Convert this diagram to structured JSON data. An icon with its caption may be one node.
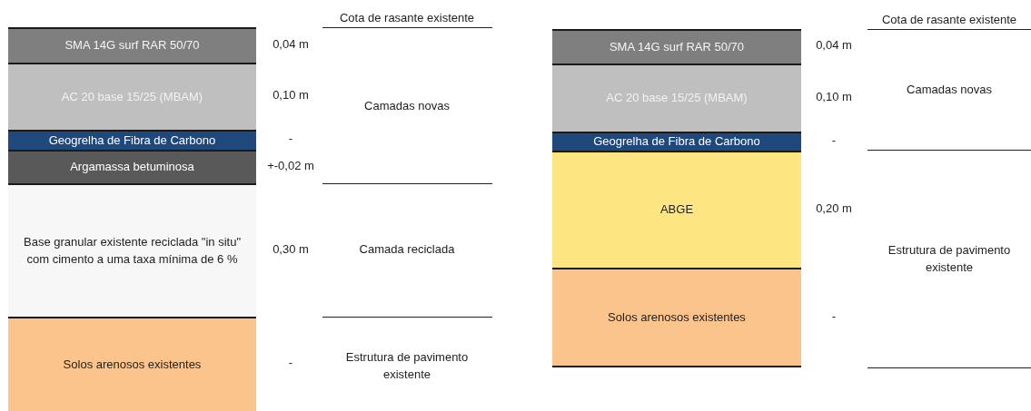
{
  "diagram": {
    "nodes": [
      {
        "text": [
          "SMA 14G surf RAR 50/70"
        ],
        "beside": [
          "0,04 m"
        ]
      },
      {
        "text": [
          "AC 20 base 15/25 (MBAM)"
        ],
        "beside": [
          "0,10 m"
        ]
      },
      {
        "text": [
          "Geogrelha de Fibra de Carbono"
        ],
        "beside": [
          "-"
        ]
      },
      {
        "text": [
          "Argamassa betuminosa"
        ],
        "beside": [
          "+-0,02 m"
        ]
      },
      {
        "text": [
          "Base granular existente reciclada \"in situ\" com cimento a uma taxa mínima de 6 %"
        ],
        "beside": [
          "0,30 m"
        ]
      },
      {
        "text": [
          "Solos arenosos existentes"
        ],
        "beside": [
          "-"
        ]
      },
      {
        "text": [
          "SMA 14G surf RAR 50/70"
        ],
        "beside": [
          "0,04 m"
        ]
      },
      {
        "text": [
          "AC 20 base 15/25 (MBAM)"
        ],
        "beside": [
          "0,10 m"
        ]
      },
      {
        "text": [
          "Geogrelha de Fibra de Carbono"
        ],
        "beside": [
          "-"
        ]
      },
      {
        "text": [
          "ABGE"
        ],
        "beside": [
          "0,20 m"
        ]
      },
      {
        "text": [
          "Solos arenosos existentes"
        ],
        "beside": [
          "-"
        ]
      }
    ],
    "labels": [
      "Cota de rasante existente",
      "Camadas novas",
      "Camada reciclada",
      "Estrutura de pavimento existente",
      "Cota de rasante existente",
      "Camadas novas",
      "Estrutura de pavimento existente"
    ]
  }
}
